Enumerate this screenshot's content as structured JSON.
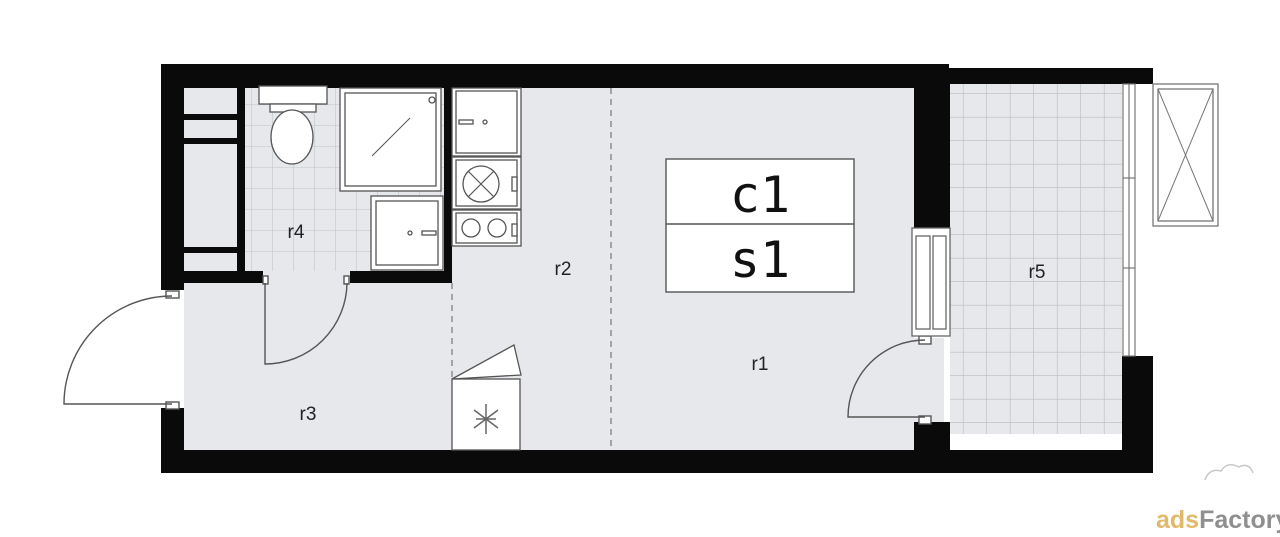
{
  "plan": {
    "rooms": [
      {
        "id": "r1",
        "label": "r1"
      },
      {
        "id": "r2",
        "label": "r2"
      },
      {
        "id": "r3",
        "label": "r3"
      },
      {
        "id": "r4",
        "label": "r4"
      },
      {
        "id": "r5",
        "label": "r5"
      }
    ],
    "info_box": {
      "top": "c1",
      "bottom": "s1"
    }
  },
  "watermark": {
    "part1": "ads",
    "part2": "Factory"
  },
  "colors": {
    "wall": "#0a0a0a",
    "floor": "#e6e8eb",
    "tile_line": "#b9bcc0",
    "fixture": "#ffffff"
  }
}
